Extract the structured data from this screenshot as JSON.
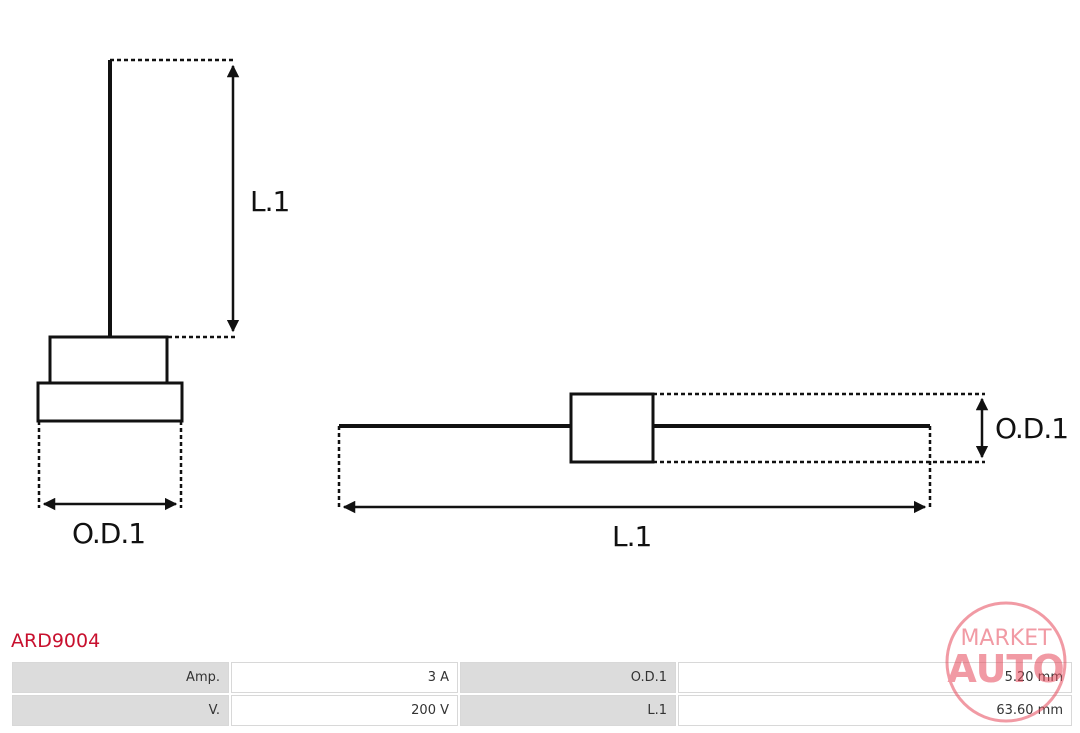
{
  "diagram": {
    "left_view": {
      "length_label": "L.1",
      "diameter_label": "O.D.1"
    },
    "right_view": {
      "length_label": "L.1",
      "diameter_label": "O.D.1"
    }
  },
  "product": {
    "part_number": "ARD9004",
    "part_number_color": "#c8102e"
  },
  "specs": {
    "rows": [
      {
        "label1": "Amp.",
        "value1": "3 A",
        "label2": "O.D.1",
        "value2": "5.20 mm"
      },
      {
        "label1": "V.",
        "value1": "200 V",
        "label2": "L.1",
        "value2": "63.60 mm"
      }
    ]
  },
  "watermark": {
    "line1": "MARKET",
    "line2": "AUTO",
    "color": "#e6495a"
  }
}
